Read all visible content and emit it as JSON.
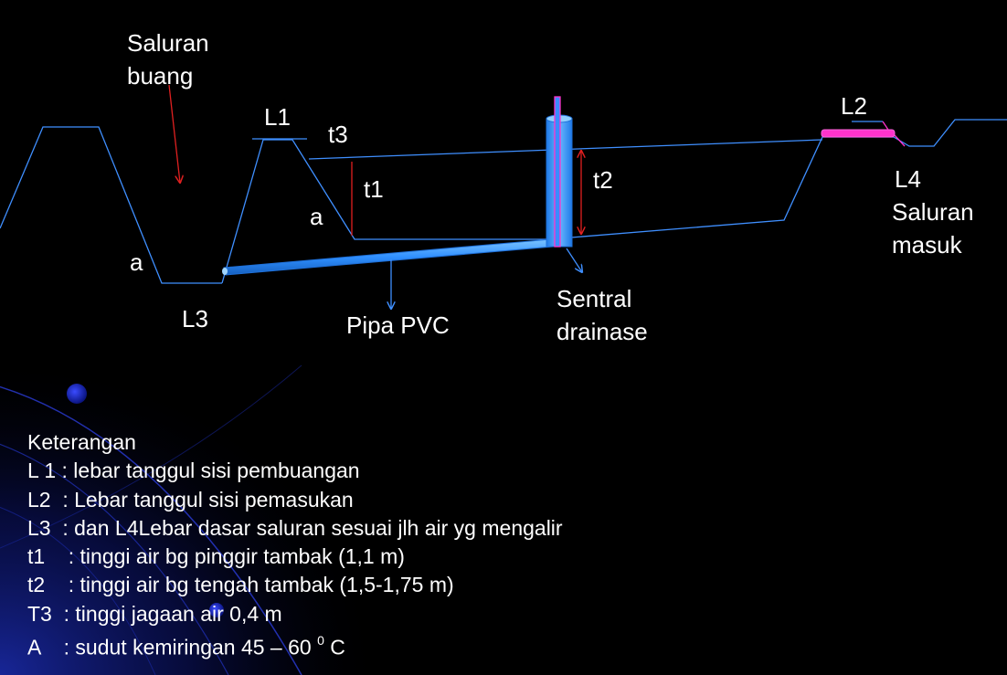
{
  "colors": {
    "background": "#000000",
    "profile_line": "#3f8fff",
    "pipe": "#2f9bff",
    "arrow_red": "#e02020",
    "arrow_blue": "#3f8fff",
    "magenta": "#ff33cc",
    "text": "#ffffff"
  },
  "labels": {
    "saluran_buang": [
      "Saluran",
      "buang"
    ],
    "l1": "L1",
    "t3": "t3",
    "t1": "t1",
    "a_right": "a",
    "a_left": "a",
    "l3": "L3",
    "pipa_pvc": "Pipa PVC",
    "t2": "t2",
    "sentral_drainase": [
      "Sentral",
      "drainase"
    ],
    "l2": "L2",
    "l4": "L4",
    "saluran_masuk": [
      "Saluran",
      "masuk"
    ]
  },
  "legend": {
    "title": "Keterangan",
    "items": [
      "L 1 : lebar tanggul sisi pembuangan",
      "L2  : Lebar tanggul sisi pemasukan",
      "L3  : dan L4Lebar dasar saluran sesuai jlh air yg mengalir",
      "t1    : tinggi air bg pinggir tambak (1,1 m)",
      "t2    : tinggi air bg tengah tambak (1,5-1,75 m)",
      "T3  : tinggi jagaan air 0,4 m"
    ],
    "last_item": {
      "prefix": "A    : sudut kemiringan 45 – 60 ",
      "superscript": "0",
      "suffix": " C"
    }
  }
}
